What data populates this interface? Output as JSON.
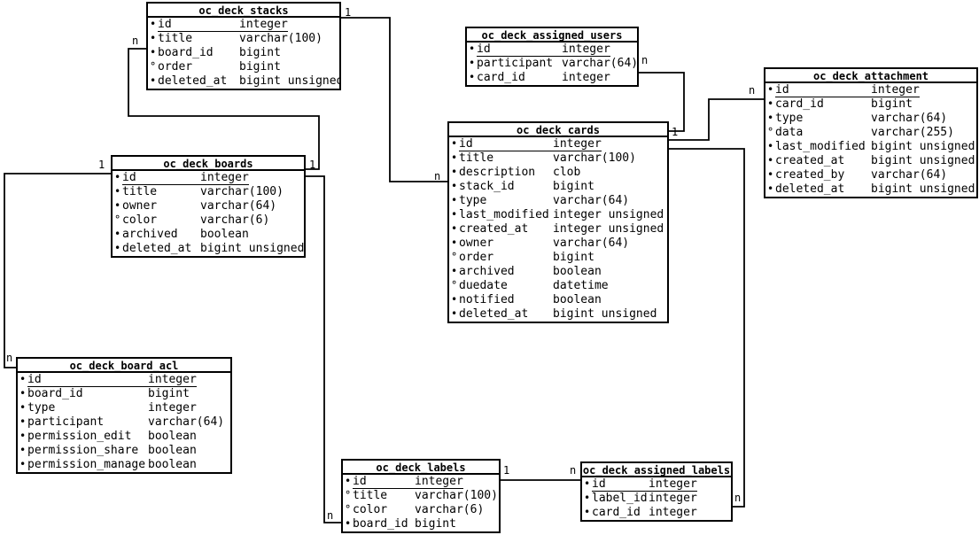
{
  "tables": {
    "stacks": {
      "title": "oc_deck_stacks",
      "cols": [
        {
          "b": "•",
          "n": "id",
          "t": "integer"
        },
        {
          "b": "•",
          "n": "title",
          "t": "varchar(100)"
        },
        {
          "b": "•",
          "n": "board_id",
          "t": "bigint"
        },
        {
          "b": "°",
          "n": "order",
          "t": "bigint"
        },
        {
          "b": "•",
          "n": "deleted_at",
          "t": "bigint unsigned"
        }
      ]
    },
    "assigned_users": {
      "title": "oc_deck_assigned_users",
      "cols": [
        {
          "b": "•",
          "n": "id",
          "t": "integer"
        },
        {
          "b": "•",
          "n": "participant",
          "t": "varchar(64)"
        },
        {
          "b": "•",
          "n": "card_id",
          "t": "integer"
        }
      ]
    },
    "attachment": {
      "title": "oc_deck_attachment",
      "cols": [
        {
          "b": "•",
          "n": "id",
          "t": "integer"
        },
        {
          "b": "•",
          "n": "card_id",
          "t": "bigint"
        },
        {
          "b": "•",
          "n": "type",
          "t": "varchar(64)"
        },
        {
          "b": "°",
          "n": "data",
          "t": "varchar(255)"
        },
        {
          "b": "•",
          "n": "last_modified",
          "t": "bigint unsigned"
        },
        {
          "b": "•",
          "n": "created_at",
          "t": "bigint unsigned"
        },
        {
          "b": "•",
          "n": "created_by",
          "t": "varchar(64)"
        },
        {
          "b": "•",
          "n": "deleted_at",
          "t": "bigint unsigned"
        }
      ]
    },
    "boards": {
      "title": "oc_deck_boards",
      "cols": [
        {
          "b": "•",
          "n": "id",
          "t": "integer"
        },
        {
          "b": "•",
          "n": "title",
          "t": "varchar(100)"
        },
        {
          "b": "•",
          "n": "owner",
          "t": "varchar(64)"
        },
        {
          "b": "°",
          "n": "color",
          "t": "varchar(6)"
        },
        {
          "b": "•",
          "n": "archived",
          "t": "boolean"
        },
        {
          "b": "•",
          "n": "deleted_at",
          "t": "bigint unsigned"
        }
      ]
    },
    "cards": {
      "title": "oc_deck_cards",
      "cols": [
        {
          "b": "•",
          "n": "id",
          "t": "integer"
        },
        {
          "b": "•",
          "n": "title",
          "t": "varchar(100)"
        },
        {
          "b": "•",
          "n": "description",
          "t": "clob"
        },
        {
          "b": "•",
          "n": "stack_id",
          "t": "bigint"
        },
        {
          "b": "•",
          "n": "type",
          "t": "varchar(64)"
        },
        {
          "b": "•",
          "n": "last_modified",
          "t": "integer unsigned"
        },
        {
          "b": "•",
          "n": "created_at",
          "t": "integer unsigned"
        },
        {
          "b": "•",
          "n": "owner",
          "t": "varchar(64)"
        },
        {
          "b": "°",
          "n": "order",
          "t": "bigint"
        },
        {
          "b": "•",
          "n": "archived",
          "t": "boolean"
        },
        {
          "b": "°",
          "n": "duedate",
          "t": "datetime"
        },
        {
          "b": "•",
          "n": "notified",
          "t": "boolean"
        },
        {
          "b": "•",
          "n": "deleted_at",
          "t": "bigint unsigned"
        }
      ]
    },
    "board_acl": {
      "title": "oc_deck_board_acl",
      "cols": [
        {
          "b": "•",
          "n": "id",
          "t": "integer"
        },
        {
          "b": "•",
          "n": "board_id",
          "t": "bigint"
        },
        {
          "b": "•",
          "n": "type",
          "t": "integer"
        },
        {
          "b": "•",
          "n": "participant",
          "t": "varchar(64)"
        },
        {
          "b": "•",
          "n": "permission_edit",
          "t": "boolean"
        },
        {
          "b": "•",
          "n": "permission_share",
          "t": "boolean"
        },
        {
          "b": "•",
          "n": "permission_manage",
          "t": "boolean"
        }
      ]
    },
    "labels": {
      "title": "oc_deck_labels",
      "cols": [
        {
          "b": "•",
          "n": "id",
          "t": "integer"
        },
        {
          "b": "°",
          "n": "title",
          "t": "varchar(100)"
        },
        {
          "b": "°",
          "n": "color",
          "t": "varchar(6)"
        },
        {
          "b": "•",
          "n": "board_id",
          "t": "bigint"
        }
      ]
    },
    "assigned_labels": {
      "title": "oc_deck_assigned_labels",
      "cols": [
        {
          "b": "•",
          "n": "id",
          "t": "integer"
        },
        {
          "b": "•",
          "n": "label_id",
          "t": "integer"
        },
        {
          "b": "•",
          "n": "card_id",
          "t": "integer"
        }
      ]
    }
  },
  "relations": [
    {
      "one_table": "oc_deck_stacks",
      "many_table": "oc_deck_cards",
      "one": "1",
      "many": "n"
    },
    {
      "one_table": "oc_deck_boards",
      "many_table": "oc_deck_stacks",
      "one": "1",
      "many": "n"
    },
    {
      "one_table": "oc_deck_boards",
      "many_table": "oc_deck_labels",
      "one": "1",
      "many": "n"
    },
    {
      "one_table": "oc_deck_boards",
      "many_table": "oc_deck_board_acl",
      "one": "1",
      "many": "n"
    },
    {
      "one_table": "oc_deck_cards",
      "many_table": "oc_deck_assigned_users",
      "one": "1",
      "many": "n"
    },
    {
      "one_table": "oc_deck_cards",
      "many_table": "oc_deck_attachment",
      "one": "1",
      "many": "n"
    },
    {
      "one_table": "oc_deck_cards",
      "many_table": "oc_deck_assigned_labels",
      "one": "1",
      "many": "n"
    },
    {
      "one_table": "oc_deck_labels",
      "many_table": "oc_deck_assigned_labels",
      "one": "1",
      "many": "n"
    }
  ]
}
